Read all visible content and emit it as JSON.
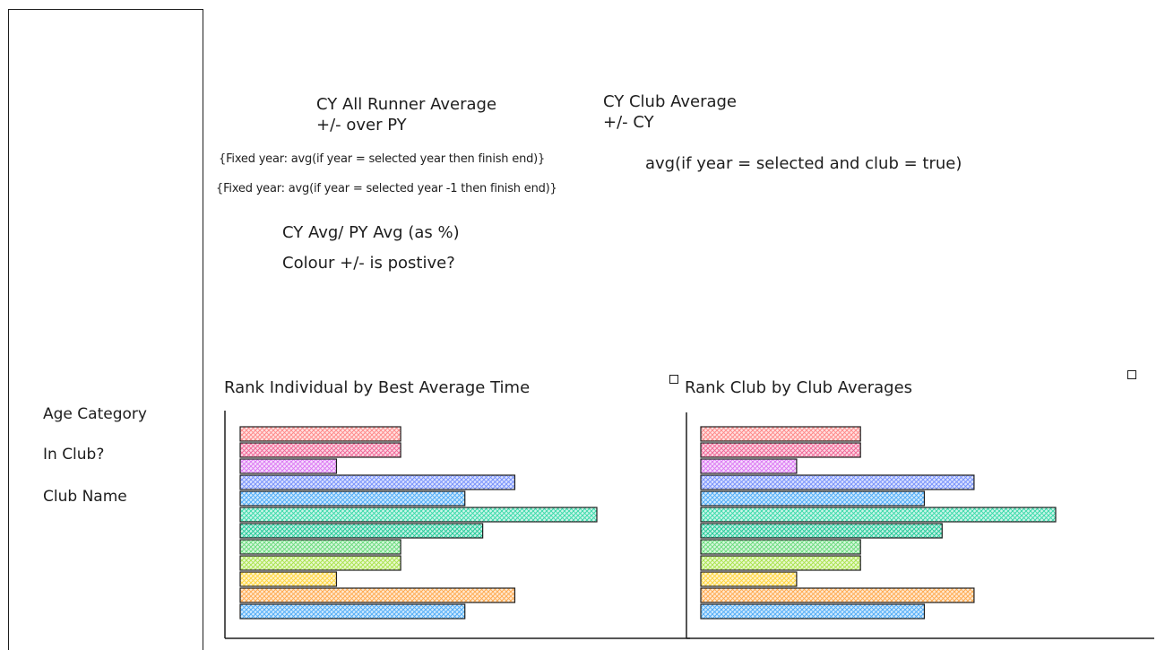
{
  "filters": {
    "age_category": "Age Category",
    "in_club": "In Club?",
    "club_name": "Club Name"
  },
  "kpi_all_runner": {
    "title": "CY All Runner Average",
    "subtitle": "+/- over PY",
    "formula_cy": "{Fixed year: avg(if year = selected year then finish end)}",
    "formula_py": "{Fixed year: avg(if year = selected year -1 then finish end)}",
    "ratio": "CY Avg/ PY Avg (as %)",
    "colour_note": "Colour +/- is postive?"
  },
  "kpi_club": {
    "title": "CY Club Average",
    "subtitle": "+/- CY",
    "formula": "avg(if year = selected and club = true)"
  },
  "chart_data": [
    {
      "type": "bar",
      "orientation": "horizontal",
      "title": "Rank Individual by Best Average Time",
      "values": [
        4.5,
        4.5,
        2.7,
        7.7,
        6.3,
        10.0,
        6.8,
        4.5,
        4.5,
        2.7,
        7.7,
        6.3
      ],
      "colors": [
        "#ff8787",
        "#f06595",
        "#da77f2",
        "#748ffc",
        "#4dabf7",
        "#38d9a9",
        "#20c997",
        "#69db7c",
        "#a9e34b",
        "#ffd43b",
        "#ffa94d",
        "#4dabf7"
      ],
      "xlim": [
        0,
        10
      ],
      "grid": false
    },
    {
      "type": "bar",
      "orientation": "horizontal",
      "title": "Rank Club by Club Averages",
      "values": [
        4.5,
        4.5,
        2.7,
        7.7,
        6.3,
        10.0,
        6.8,
        4.5,
        4.5,
        2.7,
        7.7,
        6.3
      ],
      "colors": [
        "#ff8787",
        "#f06595",
        "#da77f2",
        "#748ffc",
        "#4dabf7",
        "#38d9a9",
        "#20c997",
        "#69db7c",
        "#a9e34b",
        "#ffd43b",
        "#ffa94d",
        "#4dabf7"
      ],
      "xlim": [
        0,
        10
      ],
      "grid": false
    }
  ]
}
